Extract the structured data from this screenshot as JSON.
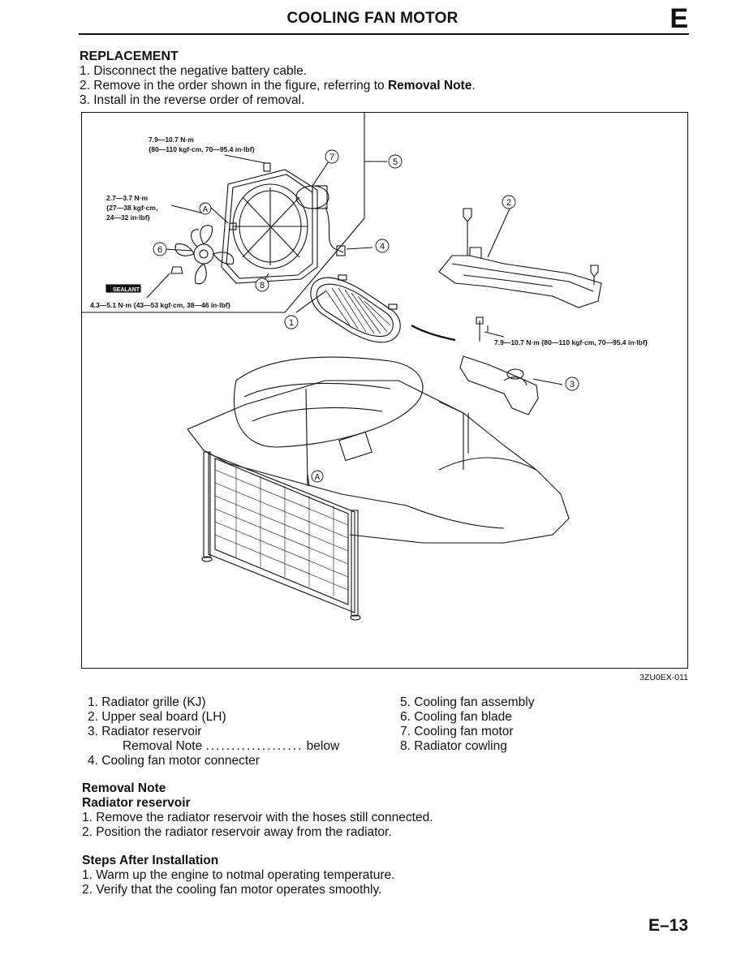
{
  "header": {
    "title": "COOLING FAN MOTOR",
    "section_letter": "E"
  },
  "replacement": {
    "heading": "REPLACEMENT",
    "steps": [
      {
        "num": "1.",
        "text": "Disconnect the negative battery cable."
      },
      {
        "num": "2.",
        "text": "Remove in the order shown in the figure, referring to ",
        "bold": "Removal Note",
        "tail": "."
      },
      {
        "num": "3.",
        "text": "Install in the reverse order of removal."
      }
    ]
  },
  "figure": {
    "code": "3ZU0EX-011",
    "torque_1": {
      "line1": "7.9—10.7 N·m",
      "line2": "{80—110 kgf·cm, 70—95.4 in·lbf}"
    },
    "torque_2": {
      "line1": "2.7—3.7 N·m",
      "line2": "{27—38 kgf·cm,",
      "line3": "24—32 in·lbf}"
    },
    "torque_3": "4.3—5.1 N·m {43—53 kgf·cm, 38—46 in·lbf}",
    "torque_4": "7.9—10.7 N·m {80—110 kgf·cm, 70—95.4 in·lbf}",
    "sealant": "SEALANT",
    "callouts": [
      "1",
      "2",
      "3",
      "4",
      "5",
      "6",
      "7",
      "8"
    ],
    "callout_a": "A"
  },
  "legend": {
    "left": [
      {
        "num": "1.",
        "text": "Radiator grille (KJ)"
      },
      {
        "num": "2.",
        "text": "Upper seal board (LH)"
      },
      {
        "num": "3.",
        "text": "Radiator reservoir"
      },
      {
        "num": "",
        "text": "Removal Note",
        "dots": "...................",
        "ref": "below"
      },
      {
        "num": "4.",
        "text": "Cooling fan motor connecter"
      }
    ],
    "right": [
      {
        "num": "5.",
        "text": "Cooling fan assembly"
      },
      {
        "num": "6.",
        "text": "Cooling fan blade"
      },
      {
        "num": "7.",
        "text": "Cooling fan motor"
      },
      {
        "num": "8.",
        "text": "Radiator cowling"
      }
    ]
  },
  "removal_note": {
    "heading": "Removal Note",
    "subheading": "Radiator reservoir",
    "steps": [
      {
        "num": "1.",
        "text": "Remove the radiator reservoir with the hoses still connected."
      },
      {
        "num": "2.",
        "text": "Position the radiator reservoir away from the radiator."
      }
    ]
  },
  "steps_after": {
    "heading": "Steps After Installation",
    "steps": [
      {
        "num": "1.",
        "text": "Warm up the engine to notmal operating temperature."
      },
      {
        "num": "2.",
        "text": "Verify that the cooling fan motor operates smoothly."
      }
    ]
  },
  "page_number": "E–13"
}
